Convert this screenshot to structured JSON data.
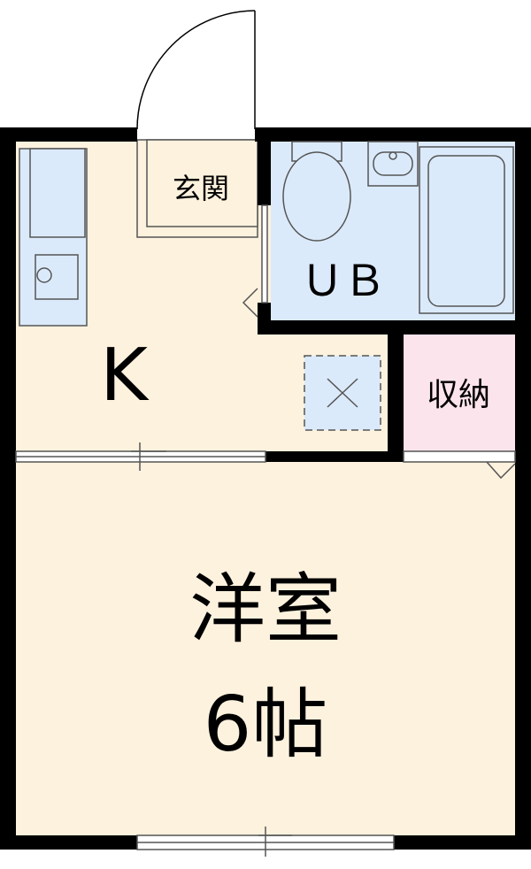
{
  "rooms": {
    "entrance": {
      "label": "玄関"
    },
    "bath": {
      "label": "ＵＢ"
    },
    "kitchen": {
      "label": "K"
    },
    "storage": {
      "label": "収納"
    },
    "western": {
      "label": "洋室",
      "size": "6帖"
    }
  },
  "colors": {
    "wall": "#000000",
    "floor": "#fdf2de",
    "wet_area": "#dbeafa",
    "storage": "#fce4ec",
    "fixture_line": "#555555"
  }
}
